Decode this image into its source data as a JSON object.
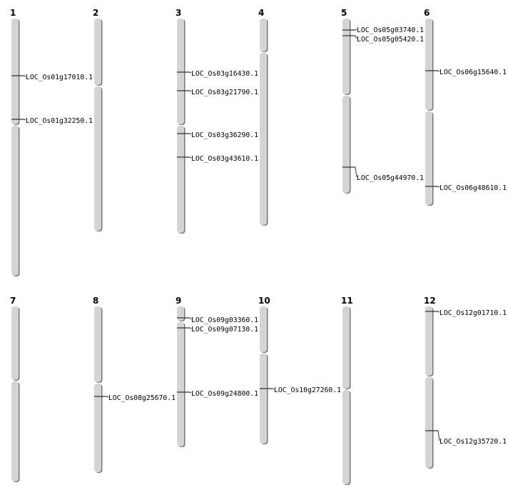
{
  "chromosomes": [
    {
      "name": "1",
      "genes": [
        "LOC_Os01g17010.1",
        "LOC_Os01g32250.1"
      ]
    },
    {
      "name": "2",
      "genes": []
    },
    {
      "name": "3",
      "genes": [
        "LOC_Os03g16430.1",
        "LOC_Os03g21790.1",
        "LOC_Os03g36290.1",
        "LOC_Os03g43610.1"
      ]
    },
    {
      "name": "4",
      "genes": []
    },
    {
      "name": "5",
      "genes": [
        "LOC_Os05g03740.1",
        "LOC_Os05g05420.1",
        "LOC_Os05g44970.1"
      ]
    },
    {
      "name": "6",
      "genes": [
        "LOC_Os06g15640.1",
        "LOC_Os06g48610.1"
      ]
    },
    {
      "name": "7",
      "genes": []
    },
    {
      "name": "8",
      "genes": [
        "LOC_Os08g25670.1"
      ]
    },
    {
      "name": "9",
      "genes": [
        "LOC_Os09g03360.1",
        "LOC_Os09g07130.1",
        "LOC_Os09g24800.1"
      ]
    },
    {
      "name": "10",
      "genes": [
        "LOC_Os10g27260.1"
      ]
    },
    {
      "name": "11",
      "genes": []
    },
    {
      "name": "12",
      "genes": [
        "LOC_Os12g01710.1",
        "LOC_Os12g35720.1"
      ]
    }
  ],
  "colors": {
    "chromosome_fill": "#d4d4d4",
    "chromosome_shadow": "#777777",
    "marker": "#333333"
  }
}
